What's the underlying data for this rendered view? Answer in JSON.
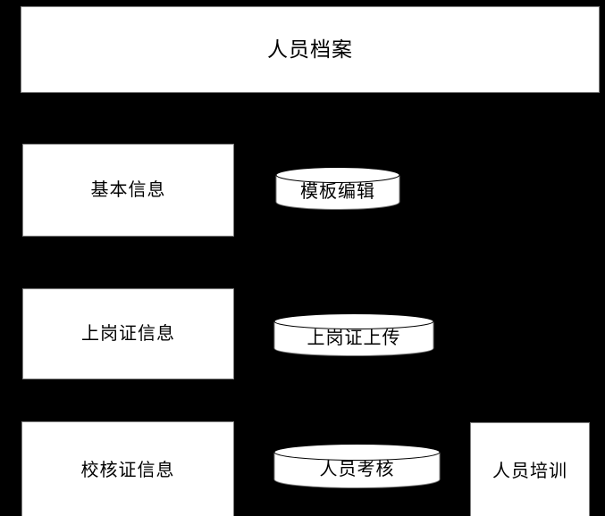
{
  "diagram": {
    "title_node": {
      "label": "人员档案",
      "shape": "rectangle"
    },
    "rows": [
      {
        "rectangle": {
          "label": "基本信息",
          "shape": "rectangle"
        },
        "cylinder": {
          "label": "模板编辑",
          "shape": "cylinder"
        }
      },
      {
        "rectangle": {
          "label": "上岗证信息",
          "shape": "rectangle"
        },
        "cylinder": {
          "label": "上岗证上传",
          "shape": "cylinder"
        }
      },
      {
        "rectangle": {
          "label": "校核证信息",
          "shape": "rectangle"
        },
        "cylinder": {
          "label": "人员考核",
          "shape": "cylinder"
        },
        "extra_rectangle": {
          "label": "人员培训",
          "shape": "rectangle"
        }
      }
    ]
  },
  "colors": {
    "background": "#000000",
    "node_fill": "#ffffff",
    "node_stroke": "#7f7f7f",
    "text": "#000000"
  }
}
